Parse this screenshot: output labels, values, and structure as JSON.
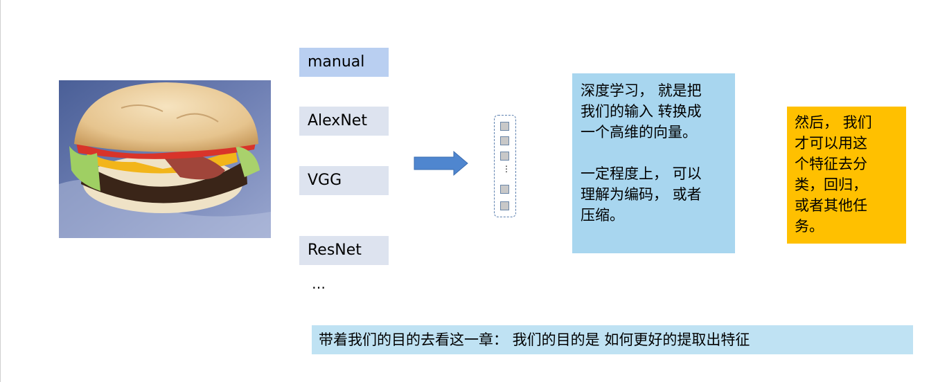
{
  "methods": [
    {
      "label": "manual"
    },
    {
      "label": "AlexNet"
    },
    {
      "label": "VGG"
    },
    {
      "label": "ResNet"
    }
  ],
  "methods_more": "…",
  "vector_ellipsis": "⋮",
  "notes": {
    "blue": {
      "paragraph1": "深度学习， 就是把\n我们的输入 转换成\n一个高维的向量。",
      "paragraph2": "一定程度上， 可以\n理解为编码， 或者\n压缩。"
    },
    "orange": "然后， 我们\n才可以用这\n个特征去分\n类，回归，\n或者其他任\n务。"
  },
  "footer_text": "带着我们的目的去看这一章： 我们的目的是 如何更好的提取出特征",
  "colors": {
    "method_box": "#dde3ef",
    "method_highlight": "#b9cff1",
    "arrow": "#4f86cf",
    "blue_note": "#a8d6ef",
    "orange_note": "#ffc000",
    "footer": "#bfe2f3"
  }
}
